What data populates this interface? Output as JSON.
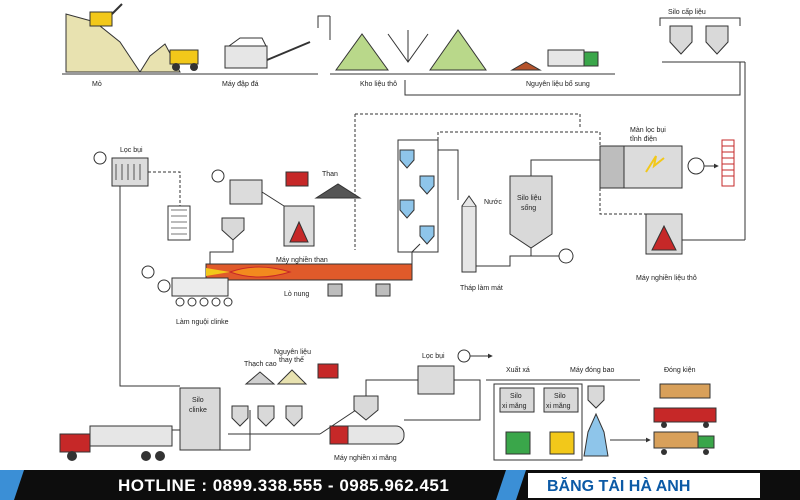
{
  "labels": {
    "mo": "Mỏ",
    "may_dap_da": "Máy đập đá",
    "kho_lieu_tho": "Kho liệu thô",
    "nguyen_lieu_bo_sung": "Nguyên liệu bổ sung",
    "silo_cap_lieu": "Silo cấp liệu",
    "loc_bui_top": "Lọc bụi",
    "than": "Than",
    "may_nghien_than": "Máy nghiền than",
    "nuoc": "Nước",
    "silo_lieu_song_1": "Silo liệu",
    "silo_lieu_song_2": "sống",
    "man_loc_bui_1": "Màn lọc bụi",
    "man_loc_bui_2": "tĩnh điện",
    "may_nghien_lieu_tho": "Máy nghiền liệu thô",
    "lo_nung": "Lò nung",
    "thap_lam_mat": "Tháp làm mát",
    "lam_nguoi_clinke": "Làm nguội clinke",
    "thach_cao": "Thạch cao",
    "nguyen_lieu_thay_the_1": "Nguyên liệu",
    "nguyen_lieu_thay_the_2": "thay thế",
    "loc_bui_bottom": "Lọc bụi",
    "xuat_xa": "Xuất xá",
    "may_dong_bao": "Máy đóng bao",
    "dong_kien": "Đóng kiện",
    "silo_clinke_1": "Silo",
    "silo_clinke_2": "clinke",
    "silo_xi_mang_a_1": "Silo",
    "silo_xi_mang_a_2": "xi măng",
    "silo_xi_mang_b_1": "Silo",
    "silo_xi_mang_b_2": "xi măng",
    "may_nghien_xi_mang": "Máy nghiền xi măng"
  },
  "footer": {
    "hotline": "HOTLINE : 0899.338.555 - 0985.962.451",
    "brand": "BĂNG TẢI HÀ ANH"
  },
  "colors": {
    "footer_bg": "#0d0d0d",
    "brand_bg": "#ffffff",
    "brand_text": "#0c5aa6",
    "accent_blue": "#3b8fd6",
    "flame": "#f28a1e",
    "kiln": "#e05a2a",
    "stockpile": "#b9d88a",
    "mine": "#e8e2b0",
    "truck_yellow": "#f2c81a",
    "truck_red": "#c62828",
    "truck_green": "#3aa64a"
  }
}
